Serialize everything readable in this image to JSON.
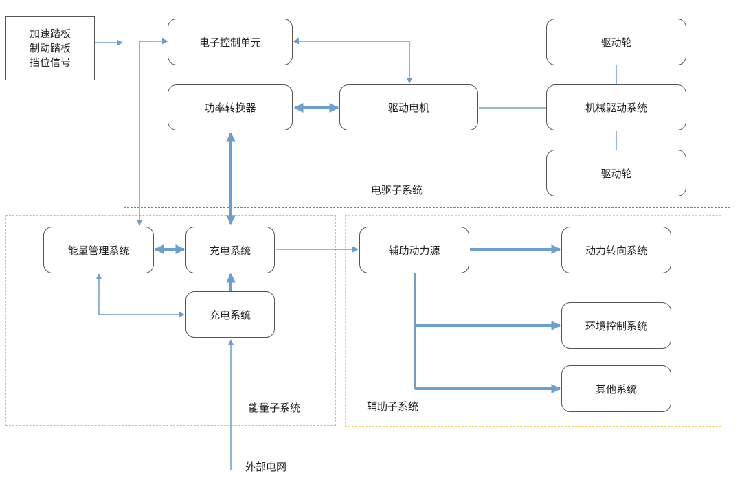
{
  "inputs": [
    "加速踏板",
    "制动踏板",
    "挡位信号"
  ],
  "groups": {
    "drive": {
      "label": "电驱子系统",
      "color": "#7f7f7f"
    },
    "energy": {
      "label": "能量子系统",
      "color": "#9fcfbf"
    },
    "aux": {
      "label": "辅助子系统",
      "color": "#f2d26a"
    }
  },
  "nodes": {
    "ecu": "电子控制单元",
    "converter": "功率转换器",
    "motor": "驱动电机",
    "wheel_top": "驱动轮",
    "mech_drive": "机械驱动系统",
    "wheel_bottom": "驱动轮",
    "energy_mgmt": "能量管理系统",
    "charger_top": "充电系统",
    "charger_bottom": "充电系统",
    "aux_power": "辅助动力源",
    "power_steering": "动力转向系统",
    "climate": "环境控制系统",
    "other": "其他系统"
  },
  "external_grid": "外部电网",
  "colors": {
    "arrow": "#6a9fd0",
    "border": "#555555"
  }
}
